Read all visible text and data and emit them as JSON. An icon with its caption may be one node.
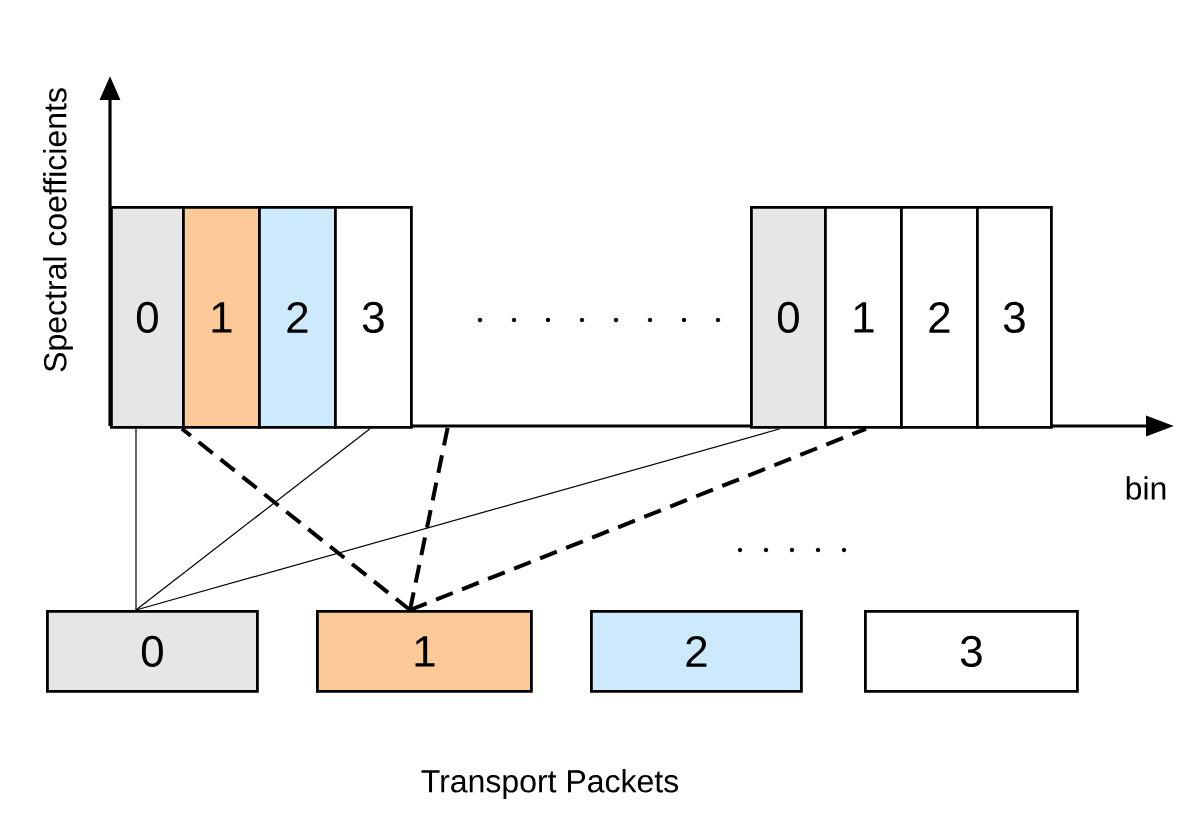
{
  "diagram": {
    "nodes": [
      {
        "text": [
          "0"
        ]
      },
      {
        "text": [
          "1"
        ]
      },
      {
        "text": [
          "2"
        ]
      },
      {
        "text": [
          "3"
        ]
      },
      {
        "text": [
          "0"
        ]
      },
      {
        "text": [
          "1"
        ]
      },
      {
        "text": [
          "2"
        ]
      },
      {
        "text": [
          "3"
        ]
      },
      {
        "text": [
          "0"
        ]
      },
      {
        "text": [
          "1"
        ]
      },
      {
        "text": [
          "2"
        ]
      },
      {
        "text": [
          "3"
        ]
      }
    ],
    "edges": [
      {
        "from": 8,
        "to": 0,
        "arrow": "none"
      },
      {
        "from": 8,
        "to": 3,
        "arrow": "none"
      },
      {
        "from": 8,
        "to": 4,
        "arrow": "none"
      },
      {
        "from": 9,
        "to": 1,
        "arrow": "none",
        "style": "dashed"
      },
      {
        "from": 9,
        "to": null,
        "arrow": "none",
        "style": "dashed"
      },
      {
        "from": 9,
        "to": 5,
        "arrow": "none",
        "style": "dashed"
      }
    ],
    "labels": [
      "Spectral coefficients",
      "bin",
      "Transport Packets"
    ]
  }
}
